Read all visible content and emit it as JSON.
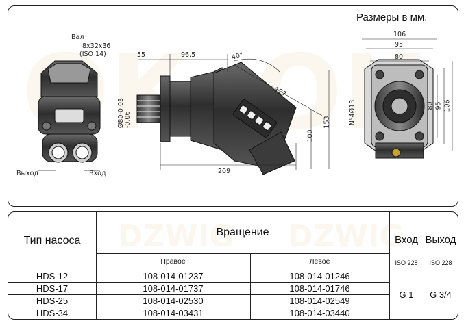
{
  "drawing": {
    "units_caption": "Размеры в мм.",
    "shaft_label": "Вал",
    "shaft_spec": "8x32x36",
    "shaft_standard": "(ISO 14)",
    "inlet_label": "Вход",
    "outlet_label": "Выход",
    "dimensions": {
      "d55": "55",
      "d96_5": "96,5",
      "angle": "40°",
      "d127": "127",
      "d153": "153",
      "d100": "100",
      "d209": "209",
      "shaft_diameter": "Ø80-0,03\n-0,06",
      "holes": "N°4Ø13",
      "d106_top": "106",
      "d95_top": "95",
      "d80_top": "80",
      "d80_side": "80",
      "d95_side": "95",
      "d106_side": "106"
    },
    "watermark": "DZWIG"
  },
  "table": {
    "header": {
      "pump_type": "Тип насоса",
      "rotation": "Вращение",
      "right": "Правое",
      "left": "Левое",
      "inlet": "Вход",
      "outlet": "Выход",
      "inlet_standard": "ISO 228",
      "outlet_standard": "ISO 228"
    },
    "rows": [
      {
        "type": "HDS-12",
        "right": "108-014-01237",
        "left": "108-014-01246"
      },
      {
        "type": "HDS-17",
        "right": "108-014-01737",
        "left": "108-014-01746"
      },
      {
        "type": "HDS-25",
        "right": "108-014-02530",
        "left": "108-014-02549"
      },
      {
        "type": "HDS-34",
        "right": "108-014-03431",
        "left": "108-014-03440"
      }
    ],
    "inlet_thread": "G 1",
    "outlet_thread": "G 3/4"
  }
}
